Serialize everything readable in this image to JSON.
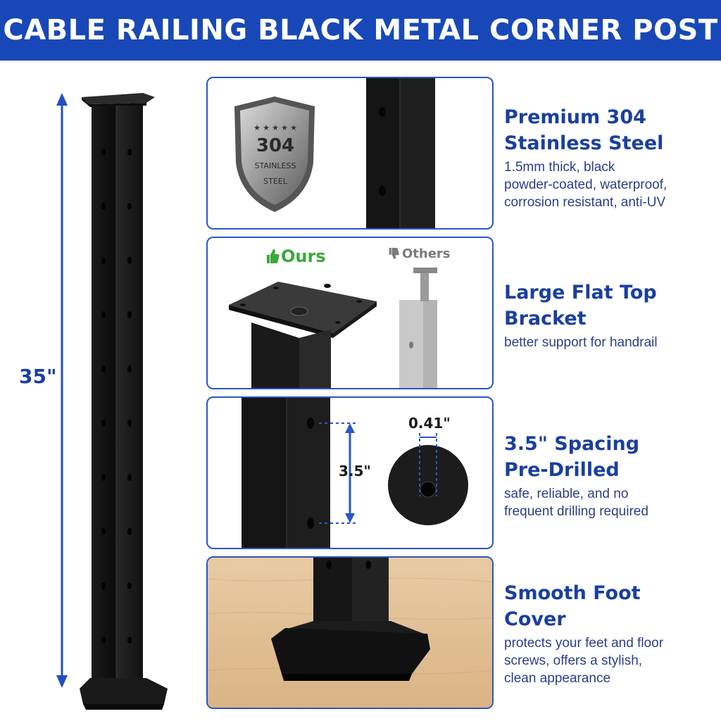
{
  "banner": {
    "title": "CABLE RAILING BLACK METAL CORNER POST"
  },
  "post": {
    "height_label": "35\""
  },
  "panel_steel": {
    "badge_grade": "304",
    "badge_text_line1": "STAINLESS",
    "badge_text_line2": "STEEL",
    "badge_star_count": 5
  },
  "panel_bracket": {
    "ours_label": "Ours",
    "others_label": "Others"
  },
  "panel_spacing": {
    "spacing_label": "3.5\"",
    "hole_label": "0.41\""
  },
  "features": [
    {
      "title_line1": "Premium 304",
      "title_line2": "Stainless Steel",
      "desc": [
        "1.5mm thick, black",
        "powder-coated, waterproof,",
        "corrosion resistant, anti-UV"
      ]
    },
    {
      "title_line1": "Large Flat Top",
      "title_line2": "Bracket",
      "desc": [
        "better support for handrail"
      ]
    },
    {
      "title_line1": "3.5\" Spacing",
      "title_line2": "Pre-Drilled",
      "desc": [
        "safe, reliable, and no",
        "frequent drilling required"
      ]
    },
    {
      "title_line1": "Smooth Foot",
      "title_line2": "Cover",
      "desc": [
        "protects your feet and floor",
        "screws, offers a stylish,",
        "clean appearance"
      ]
    }
  ],
  "colors": {
    "banner": "#1848b8",
    "accent_text": "#1a3f9e",
    "panel_border": "#2a56c6",
    "ours_green": "#3aa83a",
    "post_black": "#111111"
  },
  "icons": {
    "ours": "thumbs-up-icon",
    "others": "thumbs-down-icon",
    "height": "double-arrow-icon",
    "steel": "shield-badge-icon"
  }
}
